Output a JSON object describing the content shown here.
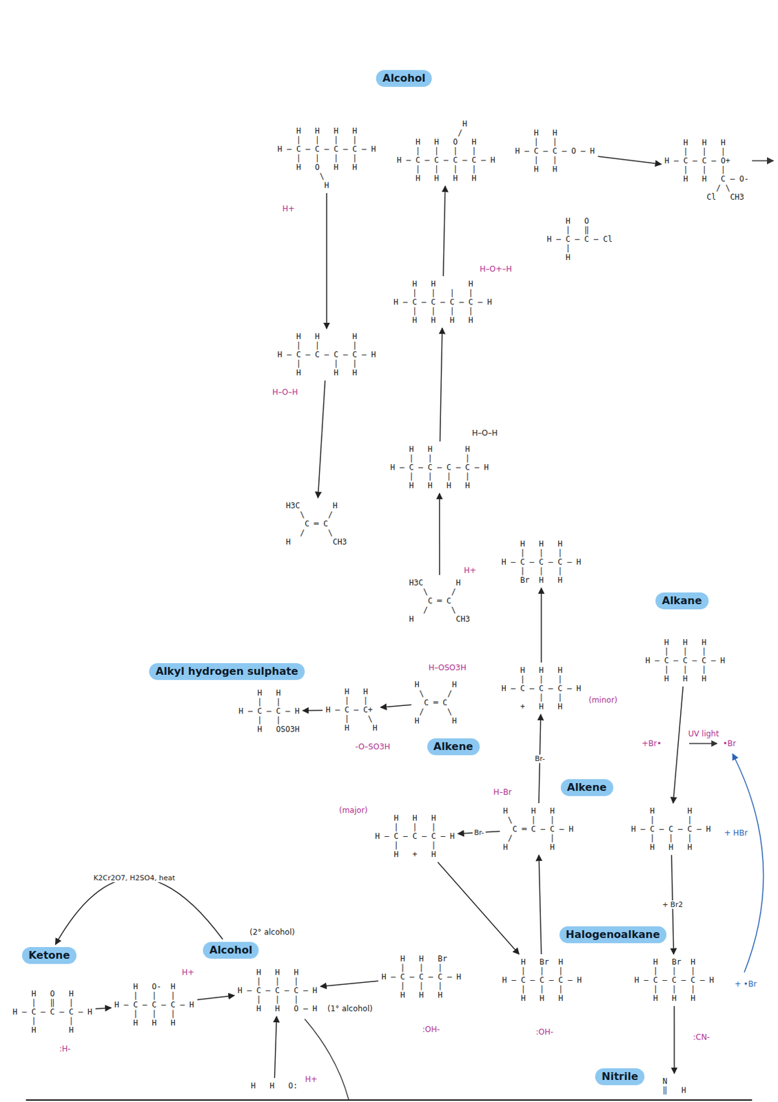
{
  "diagram": {
    "nodes": [
      {
        "text": [
          "Alcohol"
        ]
      },
      {
        "text": [
          "    H   H   H   H",
          "    |   |   |   |",
          "H — C — C — C — C — H",
          "    |   |   |   |",
          "    H   O   H   H",
          "         \\",
          "          H"
        ]
      },
      {
        "text": [
          "              H",
          "             /",
          "    H   H   O   H",
          "    |   |   |   |",
          "H — C — C — C — C — H",
          "    |   |   |   |",
          "    H   H   H   H"
        ]
      },
      {
        "text": [
          "    H   H",
          "    |   |",
          "H — C — C — O — H",
          "    |   |",
          "    H   H"
        ]
      },
      {
        "text": [
          "    H   H   H",
          "    |   |   |",
          "H — C — C — O+",
          "    |   |   |",
          "    H   H   C — O-",
          "           / \\",
          "         Cl   CH3"
        ]
      },
      {
        "text": [
          "    H   O",
          "    |   ‖",
          "H — C — C — Cl",
          "    |",
          "    H"
        ]
      },
      {
        "text": [
          "    H   H       H",
          "    |   |   |   |",
          "H — C — C — C — C — H",
          "    |   |   |   |",
          "    H   H   H   H"
        ]
      },
      {
        "text": [
          "    H   H       H",
          "    |   |       |",
          "H — C — C — C — C — H",
          "    |       |   |",
          "    H       H   H"
        ]
      },
      {
        "text": [
          "    H   H       H",
          "    |   |       |",
          "H — C — C — C — C — H",
          "    |   |   |   |",
          "    H   H   H   H"
        ]
      },
      {
        "text": [
          "H3C       H",
          "   \\     /",
          "    C ═ C",
          "   /     \\",
          "H         CH3"
        ]
      },
      {
        "text": [
          "    H   H   H",
          "    |   |   |",
          "H — C — C — C — H",
          "    |   |   |",
          "    Br  H   H"
        ]
      },
      {
        "text": [
          "Alkane"
        ]
      },
      {
        "text": [
          "H3C       H",
          "   \\     /",
          "    C ═ C",
          "   /     \\",
          "H         CH3"
        ]
      },
      {
        "text": [
          "    H   H   H",
          "    |   |   |",
          "H — C — C — C — H",
          "    |   |   |",
          "    H   H   H"
        ]
      },
      {
        "text": [
          "Alkyl hydrogen sulphate"
        ]
      },
      {
        "text": [
          "    H   H",
          "    |   |",
          "H — C — C — H",
          "    |   |",
          "    H   OSO3H"
        ]
      },
      {
        "text": [
          "    H   H",
          "    |   |",
          "H — C — C+",
          "    |    \\",
          "    H     H"
        ]
      },
      {
        "text": [
          "H       H",
          " \\     /",
          "  C ═ C",
          " /     \\",
          "H       H"
        ]
      },
      {
        "text": [
          "Alkene"
        ]
      },
      {
        "text": [
          "    H   H   H",
          "    |   |   |",
          "H — C — C — C — H",
          "        |   |",
          "    +   H   H"
        ]
      },
      {
        "text": [
          "Alkene"
        ]
      },
      {
        "text": [
          "H     H   H",
          " \\    |   |",
          "  C ═ C — C — H",
          " /        |",
          "H         H"
        ]
      },
      {
        "text": [
          "    H   H   H",
          "    |   |   |",
          "H — C — C — C — H",
          "    |       |",
          "    H   +   H"
        ]
      },
      {
        "text": [
          "    H       H",
          "    |       |",
          "H — C — C — C — H",
          "    |   |   |",
          "    H   H   H"
        ]
      },
      {
        "text": [
          "Alcohol"
        ]
      },
      {
        "text": [
          "Ketone"
        ]
      },
      {
        "text": [
          "Halogenoalkane"
        ]
      },
      {
        "text": [
          "    H   O   H",
          "    |   ‖   |",
          "H — C — C — C — H",
          "    |       |",
          "    H       H"
        ]
      },
      {
        "text": [
          "    H   O-  H",
          "    |   |   |",
          "H — C — C — C — H",
          "    |   |   |",
          "    H   H   H"
        ]
      },
      {
        "text": [
          "    H   H   H",
          "    |   |   |",
          "H — C — C — C — H",
          "    |   |   |",
          "    H   H   O — H"
        ]
      },
      {
        "text": [
          "    H   H   Br",
          "    |   |   |",
          "H — C — C — C — H",
          "    |   |   |",
          "    H   H   H"
        ]
      },
      {
        "text": [
          "    H   Br  H",
          "    |   |   |",
          "H — C — C — C — H",
          "    |   |   |",
          "    H   H   H"
        ]
      },
      {
        "text": [
          "    H   Br  H",
          "    |   |   |",
          "H — C — C — C — H",
          "    |   |   |",
          "    H   H   H"
        ]
      },
      {
        "text": [
          "H   H   O:"
        ]
      },
      {
        "text": [
          "Nitrile"
        ]
      },
      {
        "text": [
          "N",
          "‖   H"
        ]
      }
    ],
    "edges": [
      {
        "from": 1,
        "to": 7,
        "arrow": "to"
      },
      {
        "from": 7,
        "to": 9,
        "arrow": "to"
      },
      {
        "from": 12,
        "to": 8,
        "arrow": "to"
      },
      {
        "from": 8,
        "to": 6,
        "arrow": "to"
      },
      {
        "from": 6,
        "to": 2,
        "arrow": "to"
      },
      {
        "from": 3,
        "to": 4,
        "arrow": "to"
      },
      {
        "from": 17,
        "to": 16,
        "arrow": "to"
      },
      {
        "from": 16,
        "to": 15,
        "arrow": "to"
      },
      {
        "from": 21,
        "to": 19,
        "label": "Br-",
        "arrow": "to"
      },
      {
        "from": 19,
        "to": 10,
        "arrow": "to"
      },
      {
        "from": 21,
        "to": 22,
        "label": "Br-",
        "arrow": "to"
      },
      {
        "from": 22,
        "to": 31,
        "arrow": "to"
      },
      {
        "from": 31,
        "to": 21,
        "arrow": "to"
      },
      {
        "from": 30,
        "to": 29,
        "arrow": "to"
      },
      {
        "from": 28,
        "to": 29,
        "arrow": "to"
      },
      {
        "from": 27,
        "to": 28,
        "arrow": "to"
      },
      {
        "from": 24,
        "to": 25,
        "label": "K2Cr2O7, H2SO4, heat",
        "arrow": "to"
      },
      {
        "from": 13,
        "to": 23,
        "arrow": "to"
      },
      {
        "from": 23,
        "to": 32,
        "label": "+ Br2",
        "arrow": "to"
      },
      {
        "from": 32,
        "to": 35,
        "arrow": "to"
      },
      {
        "from": 33,
        "to": 29,
        "arrow": "to"
      }
    ],
    "labels": [
      "H+",
      "H–O–H",
      "H–O–H",
      "H–O+–H",
      "H+",
      "H–OSO3H",
      "-O–SO3H",
      "(minor)",
      "(major)",
      "H–Br",
      ":OH-",
      ":OH-",
      "(2° alcohol)",
      "(1° alcohol)",
      "H+",
      ":H-",
      "H+",
      "+Br•",
      "UV light",
      "•Br",
      "+ HBr",
      "+ •Br",
      ":CN-"
    ]
  }
}
